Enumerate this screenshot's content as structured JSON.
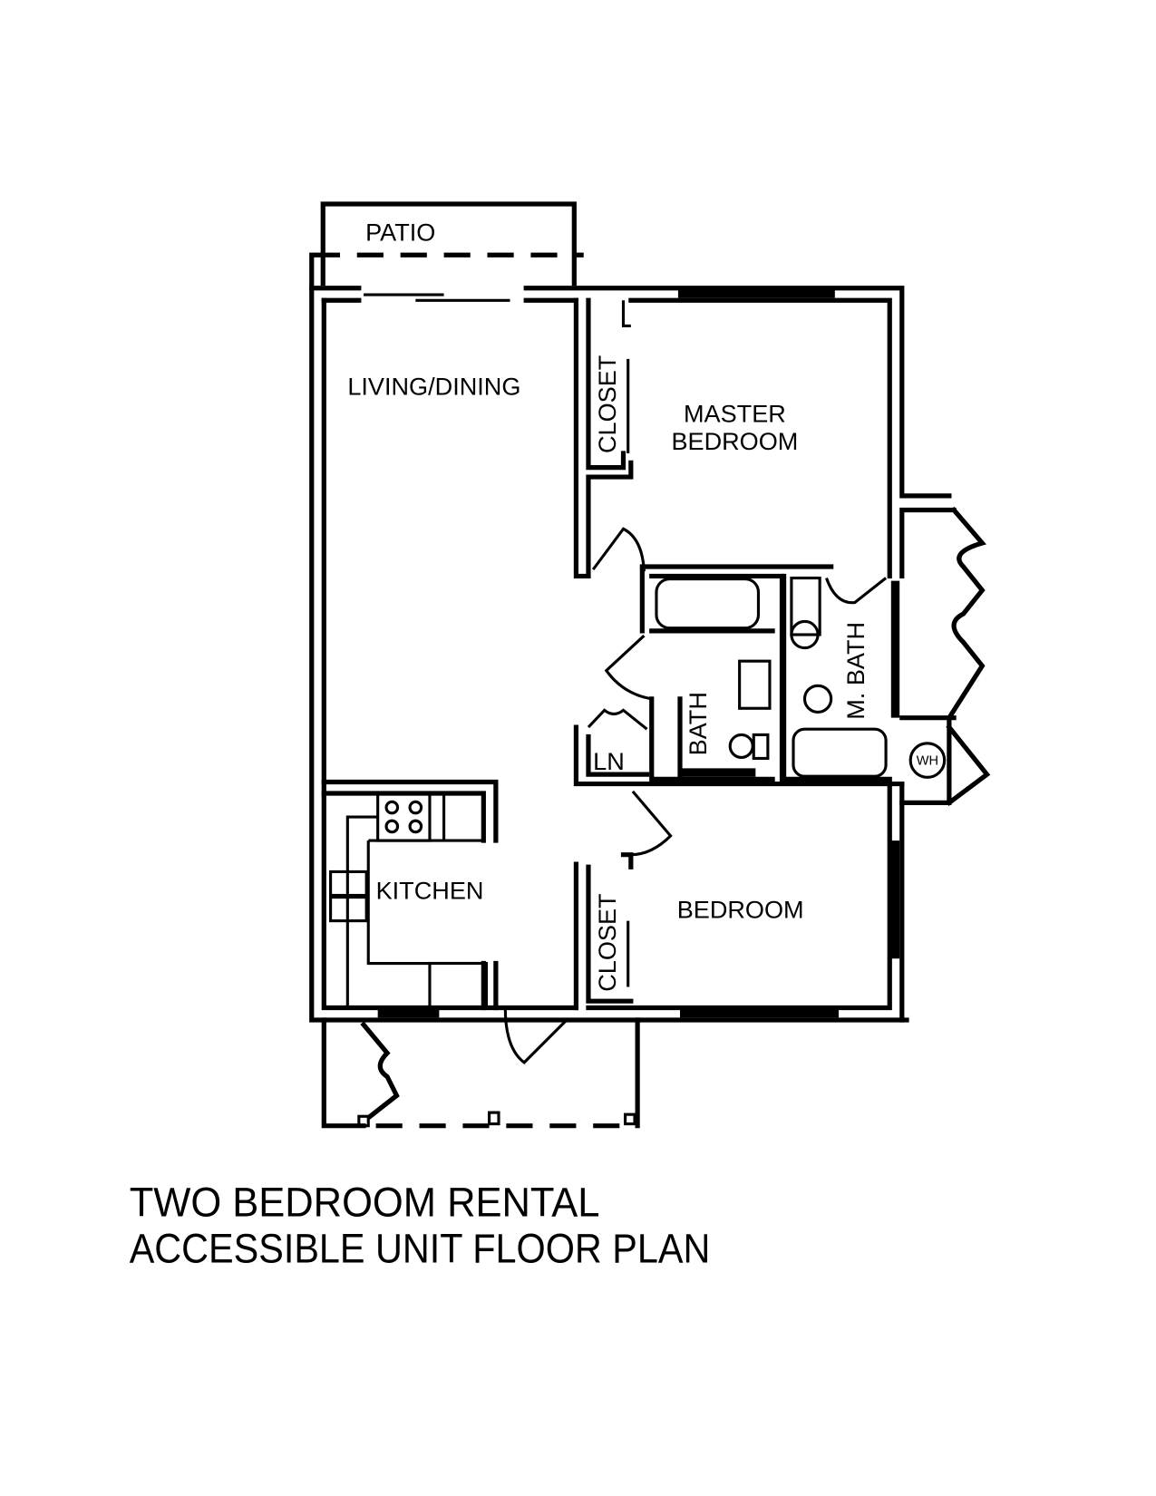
{
  "title": {
    "line1": "TWO BEDROOM RENTAL",
    "line2": "ACCESSIBLE UNIT FLOOR PLAN"
  },
  "rooms": {
    "patio": "PATIO",
    "living_dining": "LIVING/DINING",
    "master_closet": "CLOSET",
    "master_bedroom_line1": "MASTER",
    "master_bedroom_line2": "BEDROOM",
    "master_bath": "M. BATH",
    "bath": "BATH",
    "linen": "LN",
    "water_heater": "WH",
    "kitchen": "KITCHEN",
    "bedroom_closet": "CLOSET",
    "bedroom": "BEDROOM"
  },
  "colors": {
    "line": "#000000",
    "background": "#ffffff"
  }
}
